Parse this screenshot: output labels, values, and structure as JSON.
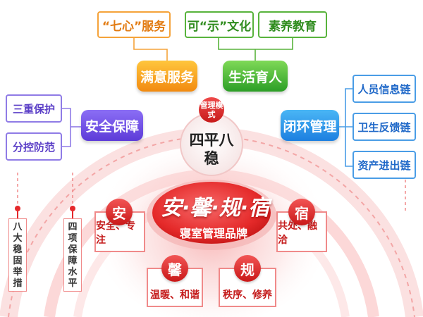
{
  "theme": {
    "red": "#e5282b",
    "orange": "#f28a10",
    "green": "#2c9e26",
    "purple": "#5d3bd8",
    "blue": "#1c7fe0"
  },
  "top_boxes": [
    {
      "text": "“七心”服务"
    },
    {
      "text": "可“示”文化"
    },
    {
      "text": "素养教育"
    }
  ],
  "pills": {
    "satisfaction": "满意服务",
    "life": "生活育人",
    "safety": "安全保障",
    "loop": "闭环管理"
  },
  "left_boxes": [
    {
      "text": "三重保护"
    },
    {
      "text": "分控防范"
    }
  ],
  "right_boxes": [
    {
      "text": "人员信息链"
    },
    {
      "text": "卫生反馈链"
    },
    {
      "text": "资产进出链"
    }
  ],
  "vertical_labels": [
    {
      "text": "八大稳固举措"
    },
    {
      "text": "四项保障水平"
    }
  ],
  "center": {
    "mode_tag": "管理模式",
    "siping": "四平八稳",
    "title": "安·馨·规·宿",
    "subtitle": "寝室管理品牌"
  },
  "values": [
    {
      "char": "安",
      "text": "安全、专注"
    },
    {
      "char": "馨",
      "text": "温暖、和谐"
    },
    {
      "char": "规",
      "text": "秩序、修养"
    },
    {
      "char": "宿",
      "text": "共处、融洽"
    }
  ]
}
